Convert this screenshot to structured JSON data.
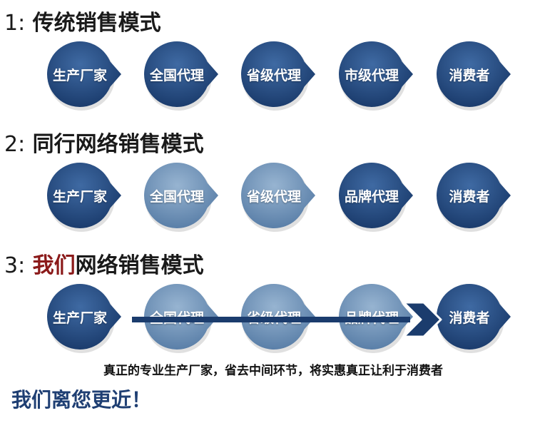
{
  "colors": {
    "dark_node": "#1b3c6d",
    "dark_node_light": "#3f6aa3",
    "light_node": "#5a7fa8",
    "light_node_light": "#97b4d1",
    "arrow": "#1b3c6d",
    "heading_red": "#8b1a1a",
    "slogan": "#1f3f73"
  },
  "models": [
    {
      "number": "1:",
      "title": "传统销售模式",
      "nodes": [
        {
          "label": "生产厂家",
          "tone": "dark"
        },
        {
          "label": "全国代理",
          "tone": "dark"
        },
        {
          "label": "省级代理",
          "tone": "dark"
        },
        {
          "label": "市级代理",
          "tone": "dark"
        },
        {
          "label": "消费者",
          "tone": "dark"
        }
      ]
    },
    {
      "number": "2:",
      "title": "同行网络销售模式",
      "nodes": [
        {
          "label": "生产厂家",
          "tone": "dark"
        },
        {
          "label": "全国代理",
          "tone": "light"
        },
        {
          "label": "省级代理",
          "tone": "light"
        },
        {
          "label": "品牌代理",
          "tone": "dark"
        },
        {
          "label": "消费者",
          "tone": "dark"
        }
      ]
    },
    {
      "number": "3:",
      "title_highlight": "我们",
      "title": "网络销售模式",
      "nodes": [
        {
          "label": "生产厂家",
          "tone": "dark"
        },
        {
          "label": "全国代理",
          "tone": "light"
        },
        {
          "label": "省级代理",
          "tone": "light"
        },
        {
          "label": "品牌代理",
          "tone": "light"
        },
        {
          "label": "消费者",
          "tone": "dark"
        }
      ]
    }
  ],
  "caption": "真正的专业生产厂家，省去中间环节，将实惠真正让利于消费者",
  "slogan": "我们离您更近！"
}
